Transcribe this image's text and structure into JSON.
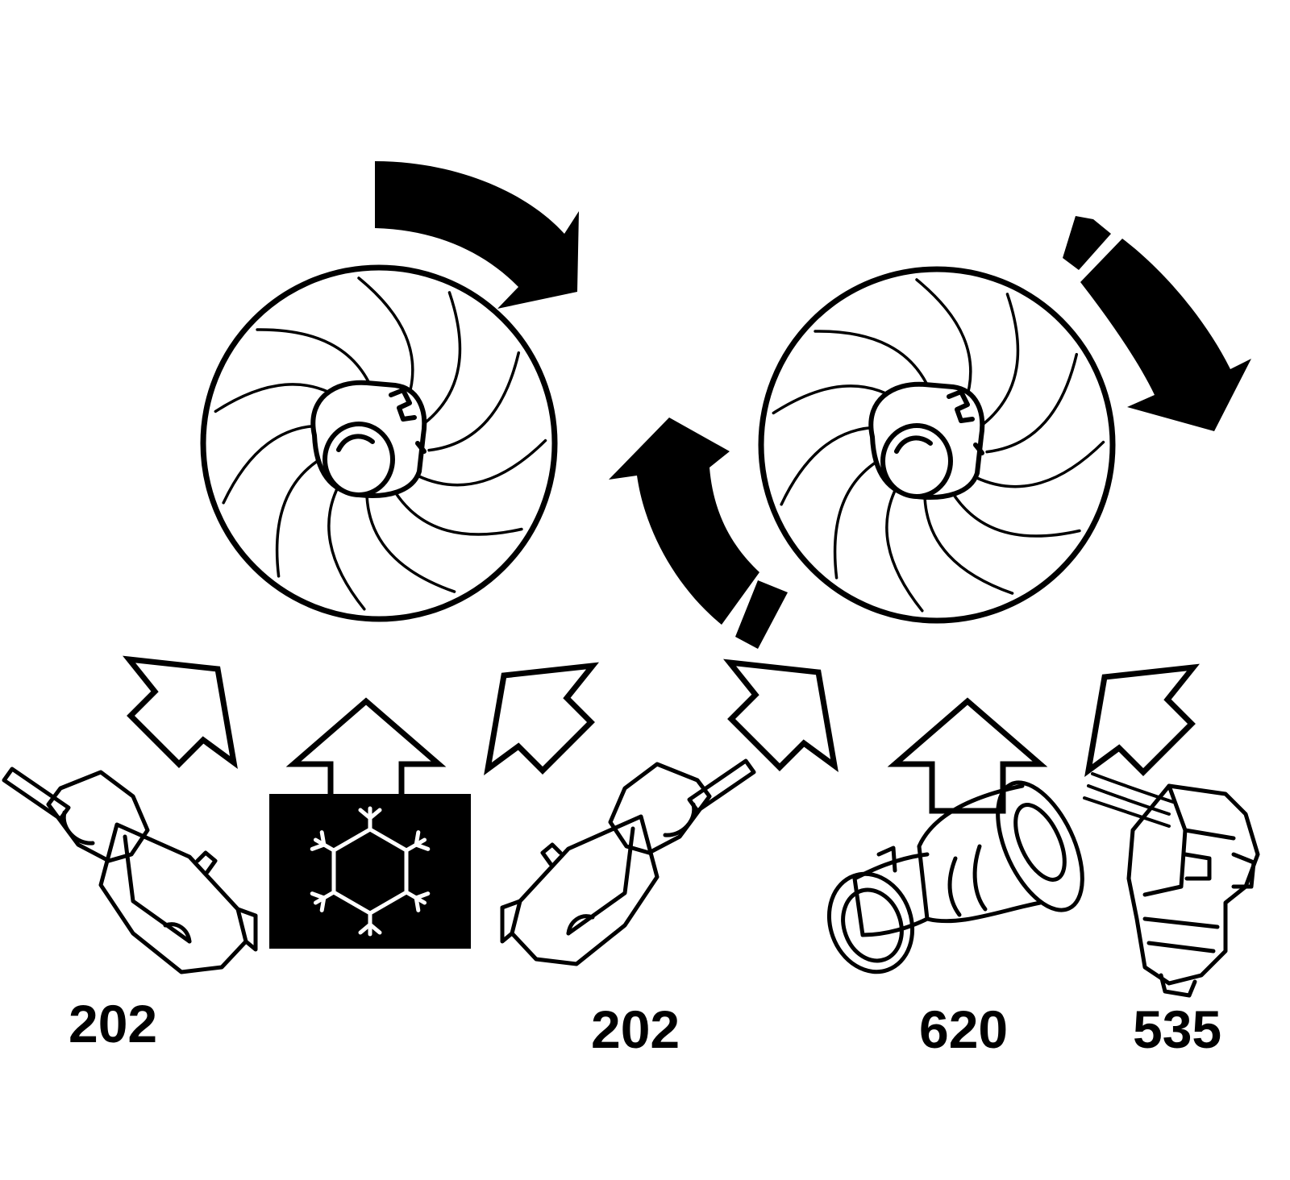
{
  "labels": {
    "sensor_left": "202",
    "sensor_middle": "202",
    "sensor_pressure": "620",
    "sensor_right": "535"
  },
  "icons": {
    "fan_left": "fan-icon",
    "fan_right": "fan-icon",
    "ac_symbol": "snowflake-icon"
  },
  "colors": {
    "ink": "#000000",
    "paper": "#ffffff"
  }
}
